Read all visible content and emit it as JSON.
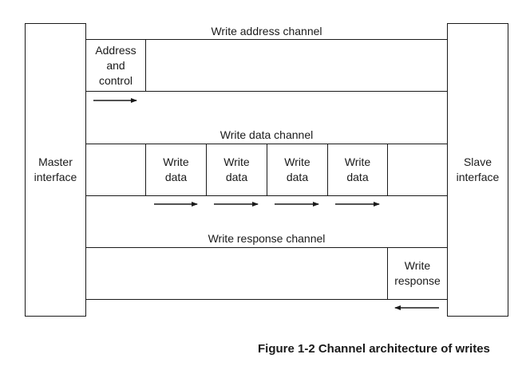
{
  "master_interface": "Master\ninterface",
  "slave_interface": "Slave\ninterface",
  "channels": {
    "write_address": {
      "title": "Write address channel",
      "cell": "Address\nand\ncontrol"
    },
    "write_data": {
      "title": "Write data channel",
      "cells": [
        "Write\ndata",
        "Write\ndata",
        "Write\ndata",
        "Write\ndata"
      ]
    },
    "write_response": {
      "title": "Write response channel",
      "cell": "Write\nresponse"
    }
  },
  "caption": "Figure 1-2 Channel architecture of writes"
}
